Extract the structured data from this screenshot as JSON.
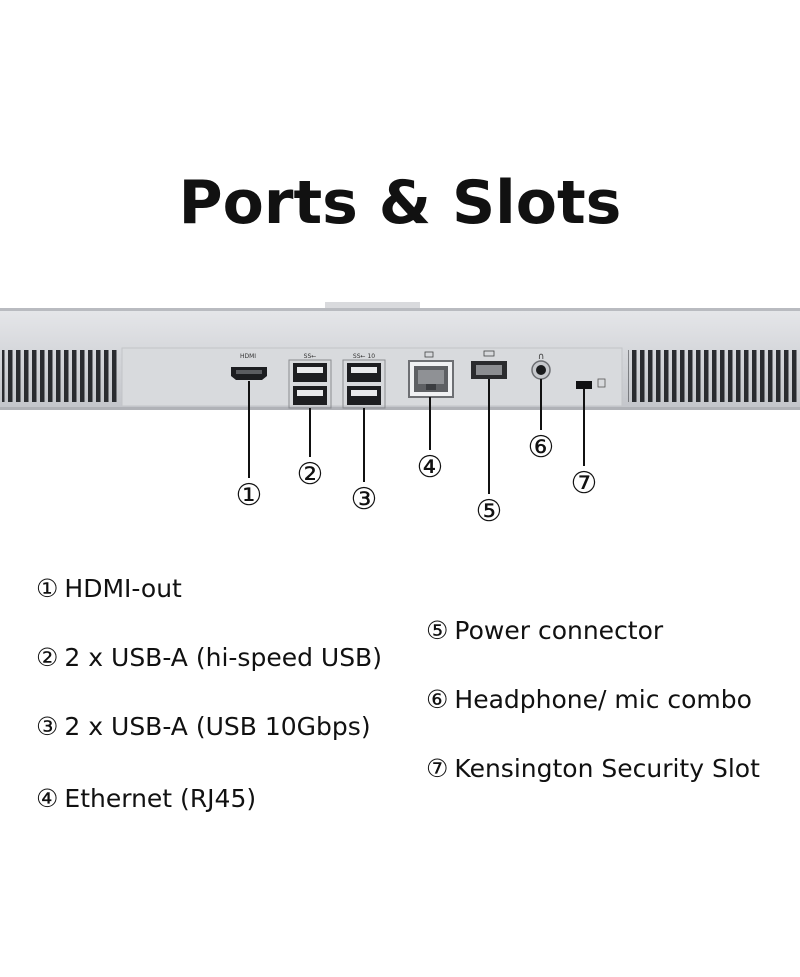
{
  "title": "Ports & Slots",
  "callouts": [
    "①",
    "②",
    "③",
    "④",
    "⑤",
    "⑥",
    "⑦"
  ],
  "port_labels": {
    "hdmi_tiny": "HDMI",
    "usb_tiny": "SS←",
    "usb10_tiny": "SS← 10"
  },
  "legend": [
    {
      "num": "①",
      "text": "HDMI-out"
    },
    {
      "num": "②",
      "text": "2 x USB-A (hi-speed USB)"
    },
    {
      "num": "③",
      "text": "2 x USB-A (USB 10Gbps)"
    },
    {
      "num": "④",
      "text": "Ethernet (RJ45)"
    },
    {
      "num": "⑤",
      "text": "Power connector"
    },
    {
      "num": "⑥",
      "text": "Headphone/ mic combo"
    },
    {
      "num": "⑦",
      "text": "Kensington Security Slot"
    }
  ]
}
